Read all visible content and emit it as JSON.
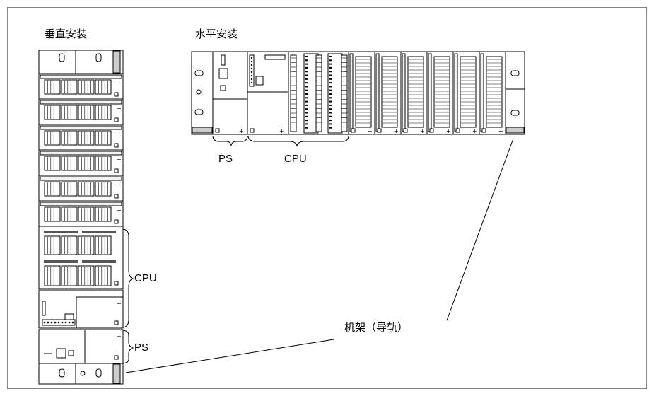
{
  "titles": {
    "vertical": "垂直安装",
    "horizontal": "水平安装"
  },
  "labels": {
    "ps_horizontal": "PS",
    "cpu_horizontal": "CPU",
    "cpu_vertical": "CPU",
    "ps_vertical": "PS",
    "rail": "机架（导轨）"
  },
  "colors": {
    "line": "#000000",
    "panel": "#ffffff",
    "shade": "#e6e6e6",
    "border": "#888888"
  }
}
